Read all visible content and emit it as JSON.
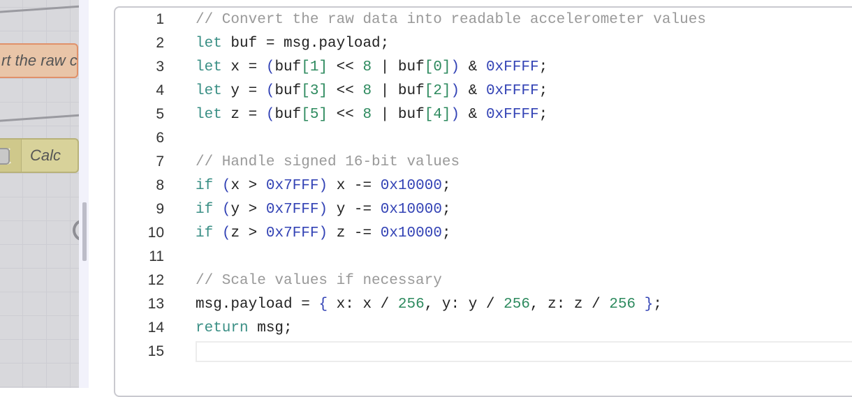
{
  "canvas": {
    "comment_node": {
      "label": "rt the raw c"
    },
    "change_node": {
      "label": "Calc",
      "icon": "shuffle-icon"
    }
  },
  "editor": {
    "lines": [
      {
        "n": "1",
        "tokens": [
          {
            "t": "comment",
            "v": "// Convert the raw data into readable accelerometer values"
          }
        ]
      },
      {
        "n": "2",
        "tokens": [
          {
            "t": "kw",
            "v": "let"
          },
          {
            "t": "plain",
            "v": " buf = msg.payload;"
          }
        ]
      },
      {
        "n": "3",
        "tokens": [
          {
            "t": "kw",
            "v": "let"
          },
          {
            "t": "plain",
            "v": " x = "
          },
          {
            "t": "paren",
            "v": "("
          },
          {
            "t": "plain",
            "v": "buf"
          },
          {
            "t": "num",
            "v": "[1]"
          },
          {
            "t": "plain",
            "v": " << "
          },
          {
            "t": "num",
            "v": "8"
          },
          {
            "t": "plain",
            "v": " | buf"
          },
          {
            "t": "num",
            "v": "[0]"
          },
          {
            "t": "paren",
            "v": ")"
          },
          {
            "t": "plain",
            "v": " & "
          },
          {
            "t": "hex",
            "v": "0xFFFF"
          },
          {
            "t": "plain",
            "v": ";"
          }
        ]
      },
      {
        "n": "4",
        "tokens": [
          {
            "t": "kw",
            "v": "let"
          },
          {
            "t": "plain",
            "v": " y = "
          },
          {
            "t": "paren",
            "v": "("
          },
          {
            "t": "plain",
            "v": "buf"
          },
          {
            "t": "num",
            "v": "[3]"
          },
          {
            "t": "plain",
            "v": " << "
          },
          {
            "t": "num",
            "v": "8"
          },
          {
            "t": "plain",
            "v": " | buf"
          },
          {
            "t": "num",
            "v": "[2]"
          },
          {
            "t": "paren",
            "v": ")"
          },
          {
            "t": "plain",
            "v": " & "
          },
          {
            "t": "hex",
            "v": "0xFFFF"
          },
          {
            "t": "plain",
            "v": ";"
          }
        ]
      },
      {
        "n": "5",
        "tokens": [
          {
            "t": "kw",
            "v": "let"
          },
          {
            "t": "plain",
            "v": " z = "
          },
          {
            "t": "paren",
            "v": "("
          },
          {
            "t": "plain",
            "v": "buf"
          },
          {
            "t": "num",
            "v": "[5]"
          },
          {
            "t": "plain",
            "v": " << "
          },
          {
            "t": "num",
            "v": "8"
          },
          {
            "t": "plain",
            "v": " | buf"
          },
          {
            "t": "num",
            "v": "[4]"
          },
          {
            "t": "paren",
            "v": ")"
          },
          {
            "t": "plain",
            "v": " & "
          },
          {
            "t": "hex",
            "v": "0xFFFF"
          },
          {
            "t": "plain",
            "v": ";"
          }
        ]
      },
      {
        "n": "6",
        "tokens": []
      },
      {
        "n": "7",
        "tokens": [
          {
            "t": "comment",
            "v": "// Handle signed 16-bit values"
          }
        ]
      },
      {
        "n": "8",
        "tokens": [
          {
            "t": "kw",
            "v": "if"
          },
          {
            "t": "plain",
            "v": " "
          },
          {
            "t": "paren",
            "v": "("
          },
          {
            "t": "plain",
            "v": "x > "
          },
          {
            "t": "hex",
            "v": "0x7FFF"
          },
          {
            "t": "paren",
            "v": ")"
          },
          {
            "t": "plain",
            "v": " x -= "
          },
          {
            "t": "hex",
            "v": "0x10000"
          },
          {
            "t": "plain",
            "v": ";"
          }
        ]
      },
      {
        "n": "9",
        "tokens": [
          {
            "t": "kw",
            "v": "if"
          },
          {
            "t": "plain",
            "v": " "
          },
          {
            "t": "paren",
            "v": "("
          },
          {
            "t": "plain",
            "v": "y > "
          },
          {
            "t": "hex",
            "v": "0x7FFF"
          },
          {
            "t": "paren",
            "v": ")"
          },
          {
            "t": "plain",
            "v": " y -= "
          },
          {
            "t": "hex",
            "v": "0x10000"
          },
          {
            "t": "plain",
            "v": ";"
          }
        ]
      },
      {
        "n": "10",
        "tokens": [
          {
            "t": "kw",
            "v": "if"
          },
          {
            "t": "plain",
            "v": " "
          },
          {
            "t": "paren",
            "v": "("
          },
          {
            "t": "plain",
            "v": "z > "
          },
          {
            "t": "hex",
            "v": "0x7FFF"
          },
          {
            "t": "paren",
            "v": ")"
          },
          {
            "t": "plain",
            "v": " z -= "
          },
          {
            "t": "hex",
            "v": "0x10000"
          },
          {
            "t": "plain",
            "v": ";"
          }
        ]
      },
      {
        "n": "11",
        "tokens": []
      },
      {
        "n": "12",
        "tokens": [
          {
            "t": "comment",
            "v": "// Scale values if necessary"
          }
        ]
      },
      {
        "n": "13",
        "tokens": [
          {
            "t": "plain",
            "v": "msg.payload = "
          },
          {
            "t": "paren",
            "v": "{"
          },
          {
            "t": "plain",
            "v": " x: x / "
          },
          {
            "t": "num",
            "v": "256"
          },
          {
            "t": "plain",
            "v": ", y: y / "
          },
          {
            "t": "num",
            "v": "256"
          },
          {
            "t": "plain",
            "v": ", z: z / "
          },
          {
            "t": "num",
            "v": "256"
          },
          {
            "t": "plain",
            "v": " "
          },
          {
            "t": "paren",
            "v": "}"
          },
          {
            "t": "plain",
            "v": ";"
          }
        ]
      },
      {
        "n": "14",
        "tokens": [
          {
            "t": "kw",
            "v": "return"
          },
          {
            "t": "plain",
            "v": " msg;"
          }
        ]
      },
      {
        "n": "15",
        "tokens": []
      }
    ],
    "active_line": 15
  }
}
